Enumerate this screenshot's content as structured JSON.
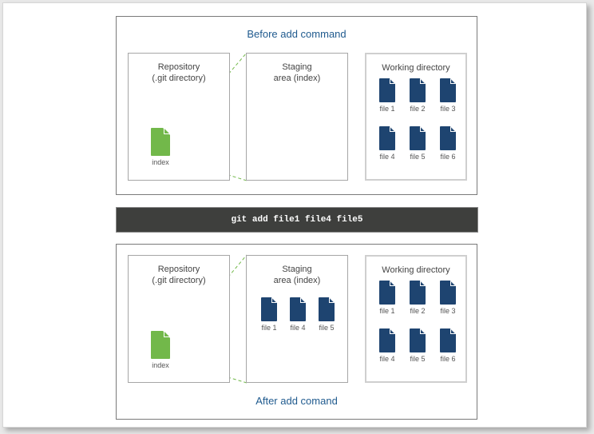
{
  "before": {
    "caption": "Before add command",
    "repository": {
      "title_line1": "Repository",
      "title_line2": "(.git directory)",
      "index_label": "index"
    },
    "staging": {
      "title_line1": "Staging",
      "title_line2": "area (index)",
      "files": []
    },
    "working": {
      "title": "Working directory",
      "files": [
        "file 1",
        "file 2",
        "file 3",
        "file 4",
        "file 5",
        "file 6"
      ]
    }
  },
  "command": {
    "text": "git add file1 file4 file5"
  },
  "after": {
    "caption": "After add comand",
    "repository": {
      "title_line1": "Repository",
      "title_line2": "(.git directory)",
      "index_label": "index"
    },
    "staging": {
      "title_line1": "Staging",
      "title_line2": "area (index)",
      "files": [
        "file 1",
        "file 4",
        "file 5"
      ]
    },
    "working": {
      "title": "Working directory",
      "files": [
        "file 1",
        "file 2",
        "file 3",
        "file 4",
        "file 5",
        "file 6"
      ]
    }
  },
  "colors": {
    "file_icon": "#1e4470",
    "index_icon": "#72b84a",
    "caption": "#1f5a8e",
    "command_bg": "#3e3f3d",
    "connector": "#72b84a"
  }
}
